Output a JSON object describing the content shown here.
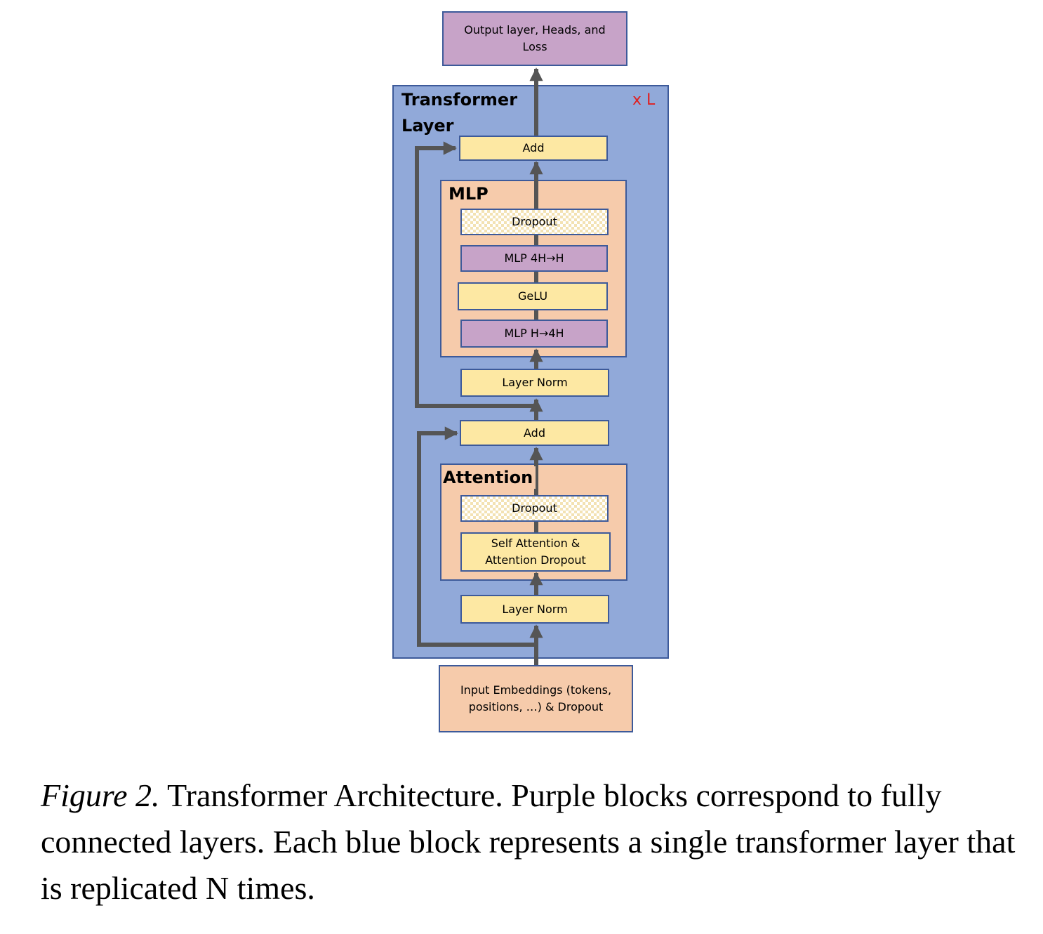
{
  "diagram": {
    "output_box": "Output layer, Heads, and\nLoss",
    "transformer_label": "Transformer\nLayer",
    "repeat_label": "x L",
    "top_add": "Add",
    "mlp": {
      "title": "MLP",
      "dropout": "Dropout",
      "fc_out": "MLP 4H→H",
      "gelu": "GeLU",
      "fc_in": "MLP H→4H"
    },
    "layer_norm_2": "Layer Norm",
    "mid_add": "Add",
    "attention": {
      "title": "Attention",
      "dropout": "Dropout",
      "self_attention": "Self Attention &\nAttention Dropout"
    },
    "layer_norm_1": "Layer Norm",
    "input_box": "Input Embeddings (tokens,\npositions, …) & Dropout"
  },
  "caption": {
    "figure_label": "Figure 2.",
    "text": " Transformer Architecture. Purple blocks correspond to fully connected layers. Each blue block represents a single transformer layer that is replicated N times."
  },
  "colors": {
    "layer_blue": "#91a9d9",
    "block_peach": "#f6cbab",
    "block_yellow": "#fde8a3",
    "block_purple": "#c7a3c8",
    "arrow_gray": "#555555",
    "repeat_red": "#e02020"
  }
}
